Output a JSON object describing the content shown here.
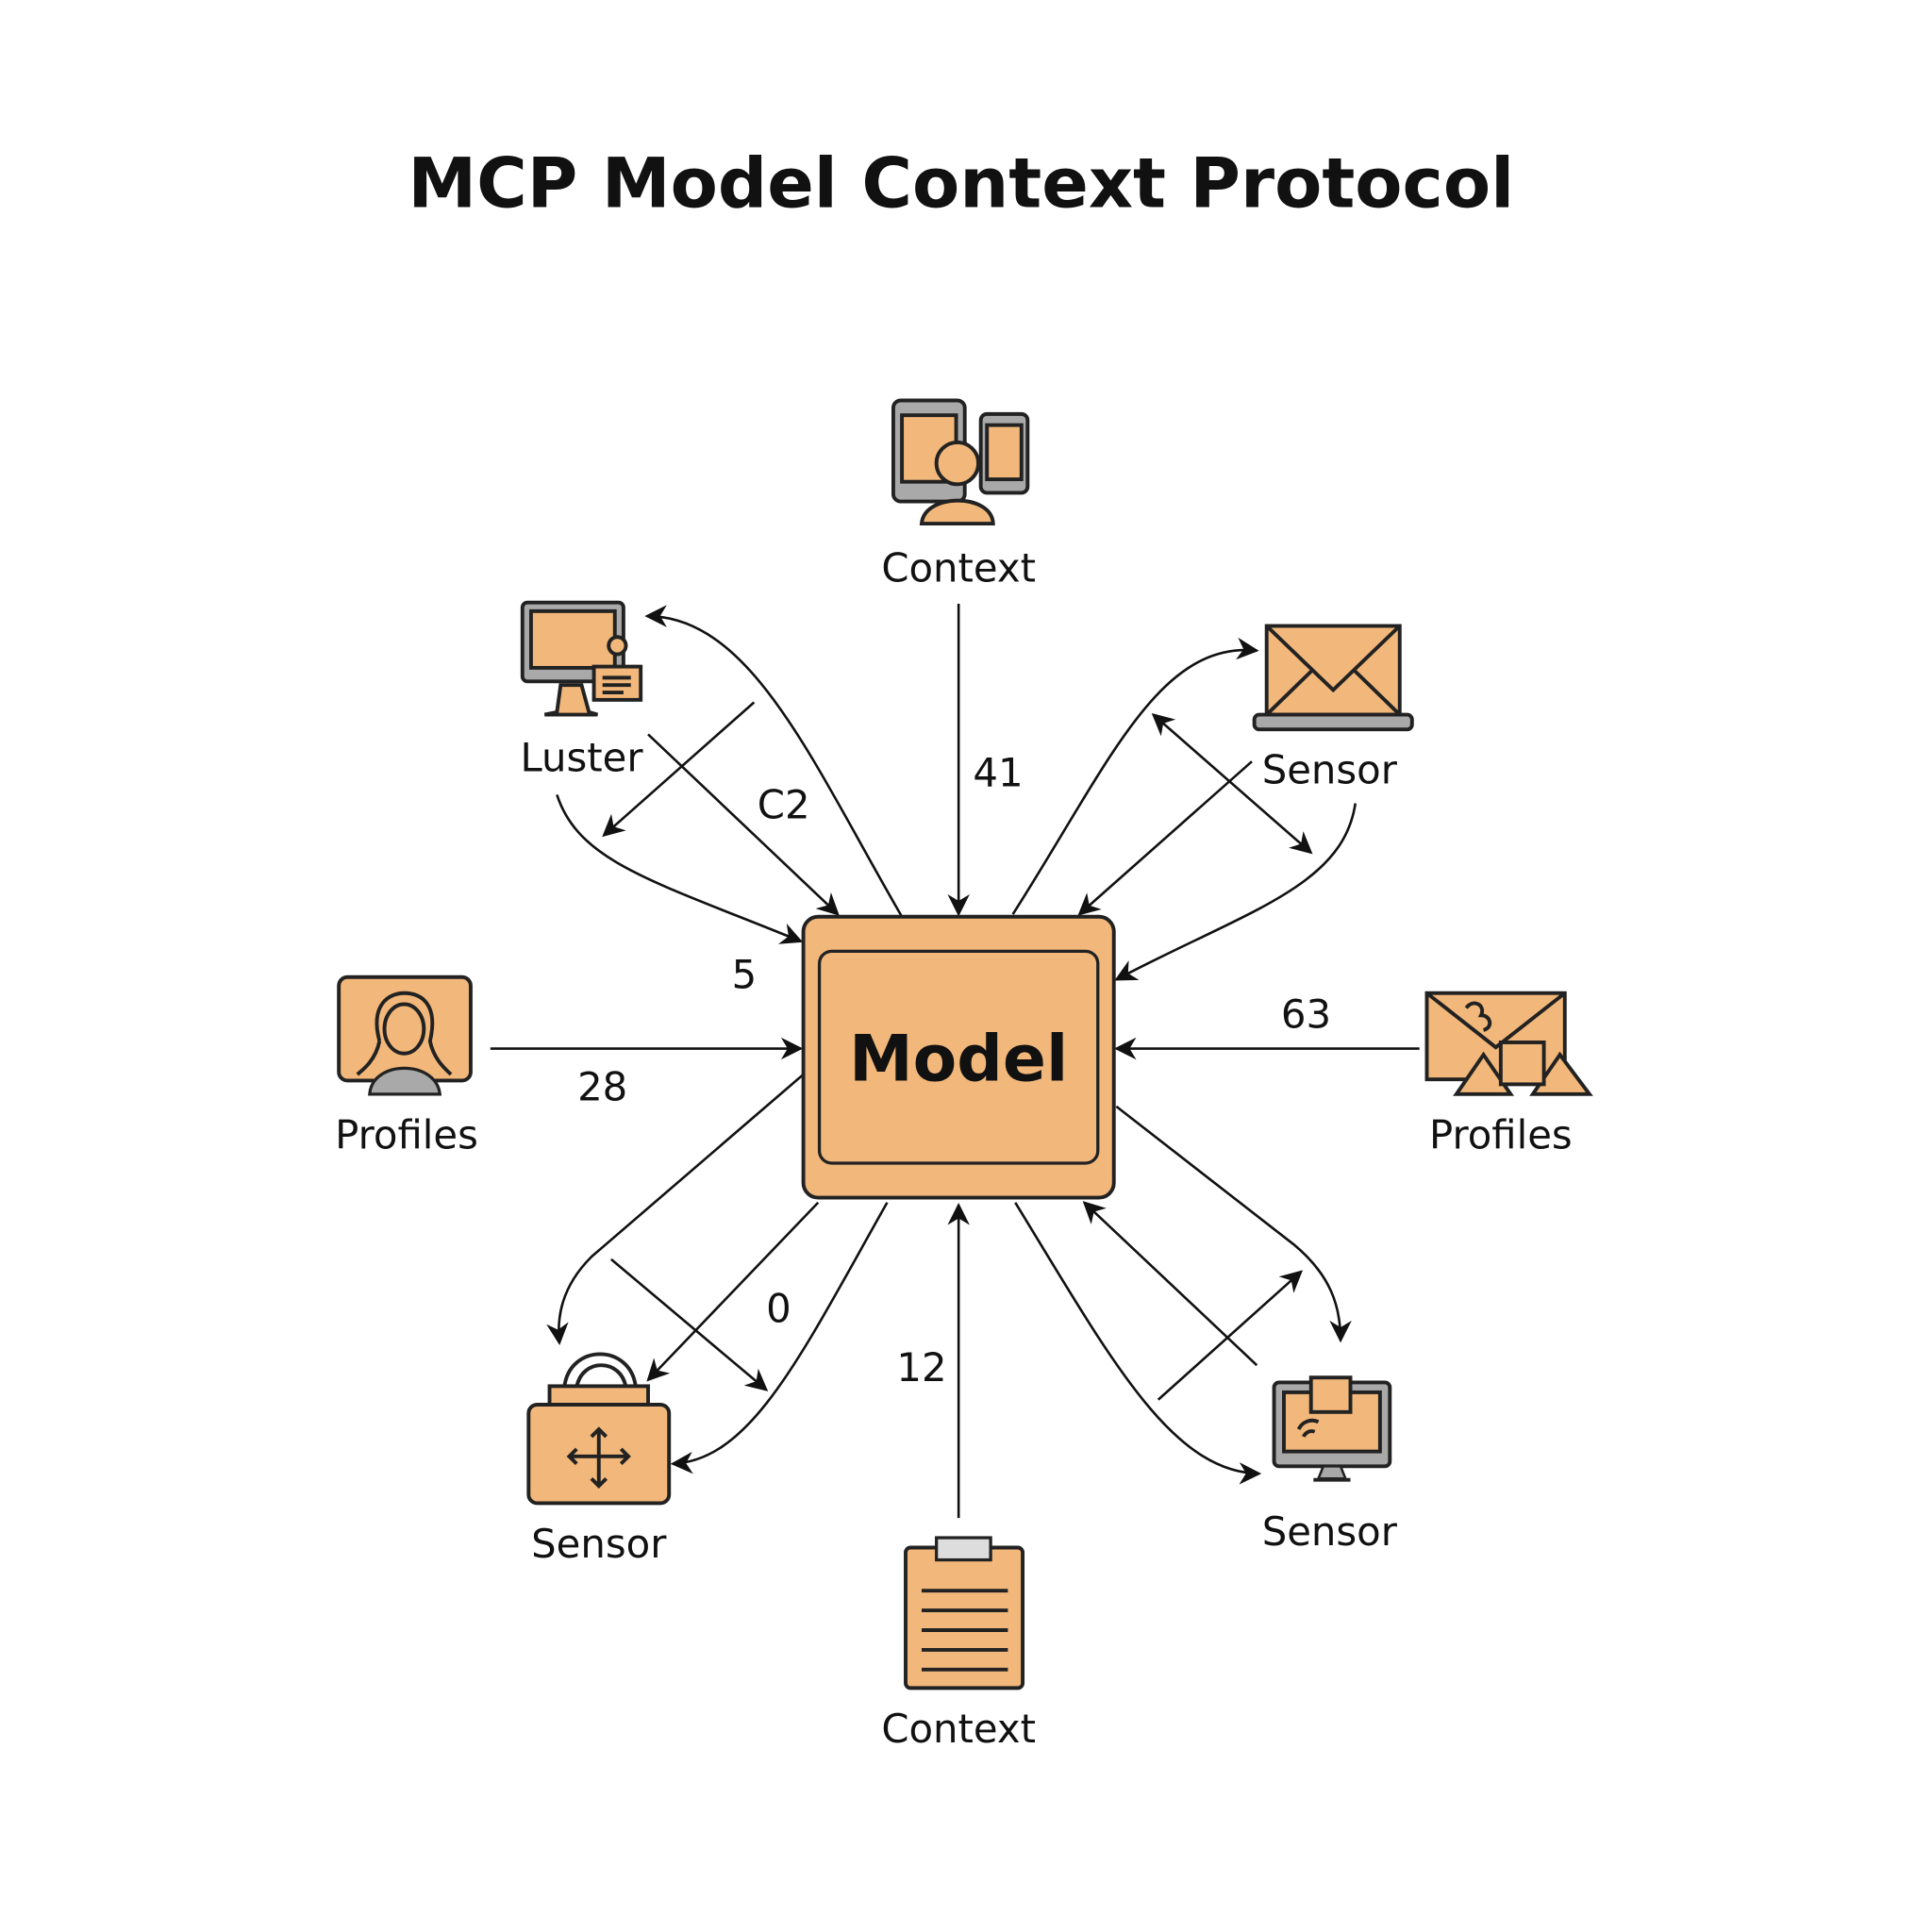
{
  "title": "MCP Model Context Protocol",
  "center": {
    "label": "Model"
  },
  "nodes": [
    {
      "id": "context-top",
      "label": "Context",
      "icon": "devices-user-icon"
    },
    {
      "id": "luster",
      "label": "Luster",
      "icon": "monitor-document-icon"
    },
    {
      "id": "sensor-top-right",
      "label": "Sensor",
      "icon": "laptop-envelope-icon"
    },
    {
      "id": "profiles-left",
      "label": "Profiles",
      "icon": "user-profile-icon"
    },
    {
      "id": "profiles-right",
      "label": "Profiles",
      "icon": "envelope-package-icon"
    },
    {
      "id": "sensor-bottom-left",
      "label": "Sensor",
      "icon": "bag-move-icon"
    },
    {
      "id": "context-bottom",
      "label": "Context",
      "icon": "clipboard-icon"
    },
    {
      "id": "sensor-bottom-right",
      "label": "Sensor",
      "icon": "monitor-signal-icon"
    }
  ],
  "edge_labels": [
    "41",
    "C2",
    "5",
    "28",
    "63",
    "0",
    "12"
  ],
  "colors": {
    "accent": "#f2b77a",
    "stroke": "#222222",
    "gray": "#a9a9a9"
  }
}
